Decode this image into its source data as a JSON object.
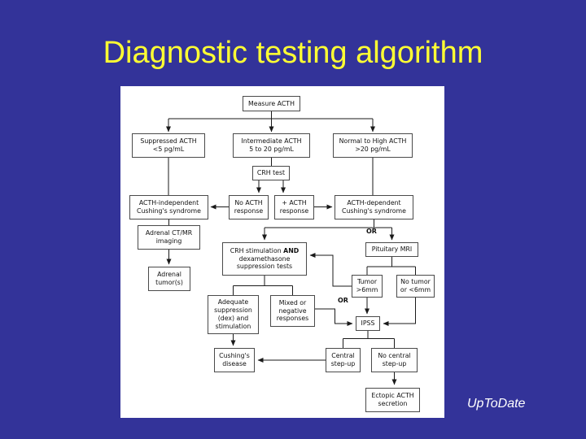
{
  "slide": {
    "title": "Diagnostic testing algorithm",
    "watermark": "UpToDate",
    "colors": {
      "background": "#333399",
      "title_text": "#FFFF33",
      "panel": "#FFFFFF",
      "box_border": "#4A4A4A",
      "box_text": "#111111"
    }
  },
  "flowchart": {
    "nodes": {
      "measure_acth": "Measure ACTH",
      "suppressed": "Suppressed ACTH\n<5 pg/mL",
      "intermediate": "Intermediate ACTH\n5 to 20 pg/mL",
      "normal_high": "Normal to High ACTH\n>20 pg/mL",
      "crh_test": "CRH test",
      "no_response": "No ACTH\nresponse",
      "pos_response": "+ ACTH\nresponse",
      "acth_independent": "ACTH-independent\nCushing's syndrome",
      "acth_dependent": "ACTH-dependent\nCushing's syndrome",
      "adrenal_imaging": "Adrenal CT/MR\nimaging",
      "adrenal_tumor": "Adrenal\ntumor(s)",
      "crh_dex": {
        "line1": "CRH stimulation",
        "line1_bold": "AND",
        "line2": "dexamethasone",
        "line3": "suppression tests"
      },
      "pituitary_mri": "Pituitary MRI",
      "tumor_6mm": "Tumor\n>6mm",
      "no_tumor": "No tumor\nor <6mm",
      "adequate": "Adequate\nsuppression\n(dex) and\nstimulation",
      "mixed": "Mixed or\nnegative\nresponses",
      "ipss": "IPSS",
      "cushings_disease": "Cushing's\ndisease",
      "central_stepup": "Central\nstep-up",
      "no_central_stepup": "No central\nstep-up",
      "ectopic": "Ectopic ACTH\nsecretion"
    },
    "labels": {
      "or1": "OR",
      "or2": "OR"
    }
  }
}
